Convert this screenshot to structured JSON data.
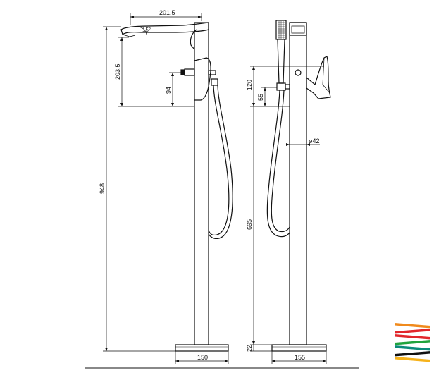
{
  "dimensions": {
    "spout_reach": "201.5",
    "spout_angle": "15°",
    "spout_height": "203.5",
    "handle_offset": "94",
    "total_height": "948",
    "body_height": "695",
    "handle_side_offset": "120",
    "hose_offset": "55",
    "pipe_diameter": "ø42",
    "base_height": "22",
    "base_width_front": "150",
    "base_width_side": "155"
  },
  "logo": {
    "colors": [
      "#f08a1c",
      "#e1262b",
      "#e1262b",
      "#21a33d",
      "#0c8b7a",
      "#111111",
      "#f6b21b"
    ]
  }
}
